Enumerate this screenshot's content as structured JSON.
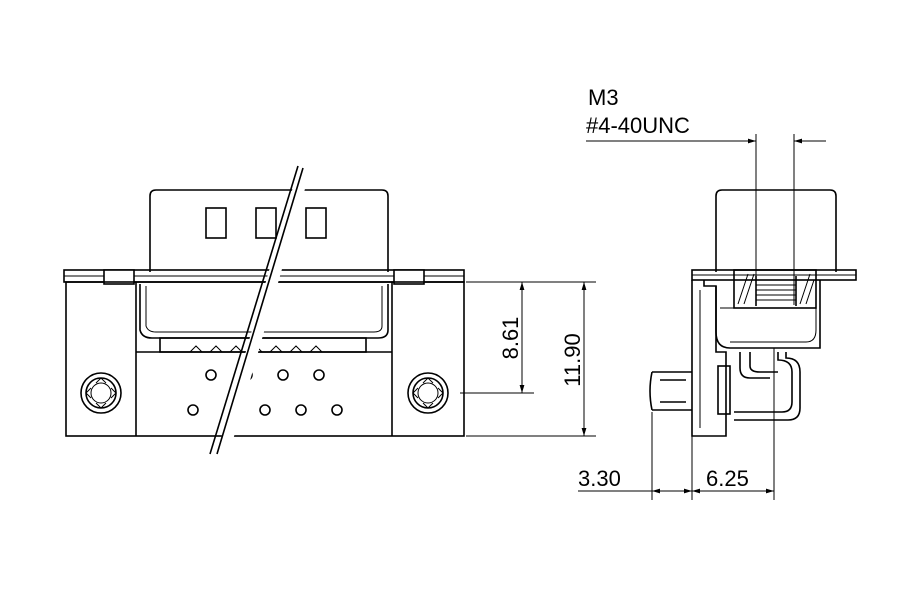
{
  "dimensions": {
    "height_inner": "8.61",
    "height_total": "11.90",
    "offset_front": "3.30",
    "offset_depth": "6.25"
  },
  "thread_spec": {
    "line1": "M3",
    "line2": "#4-40UNC"
  }
}
